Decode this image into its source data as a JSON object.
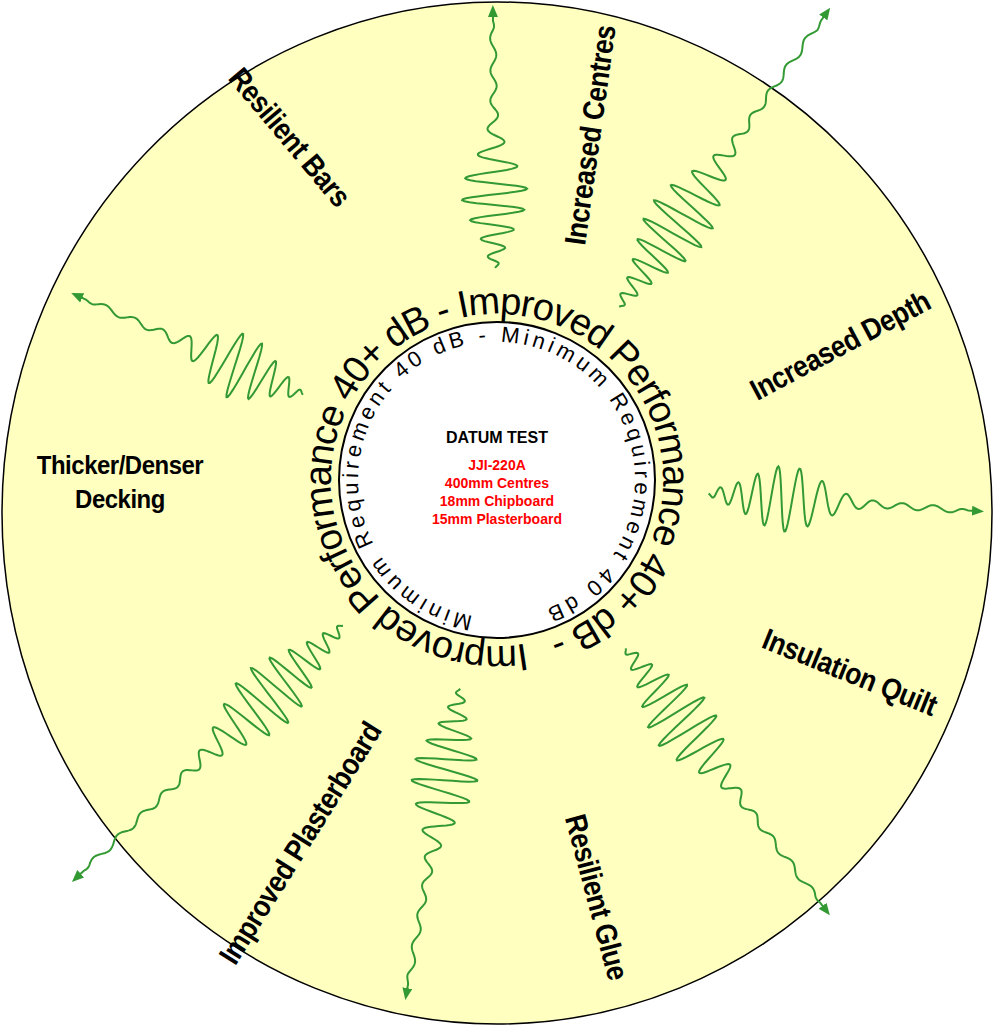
{
  "diagram": {
    "nodes": [
      {
        "text": [
          "Improved Performance 40+ dB - Improved Performance 40+ dB -",
          "Resilient Bars",
          "Increased Centres",
          "Increased Depth",
          "Insulation Quilt",
          "Resilient Glue",
          "Improved Plasterboard",
          "Thicker/Denser Decking"
        ]
      },
      {
        "text": [
          "Minimum Requirement 40 dB - Minimum Requirement 40 dB",
          "DATUM TEST",
          "JJI-220A 400mm Centres 18mm Chipboard 15mm Plasterboard"
        ],
        "in": 0
      }
    ]
  }
}
